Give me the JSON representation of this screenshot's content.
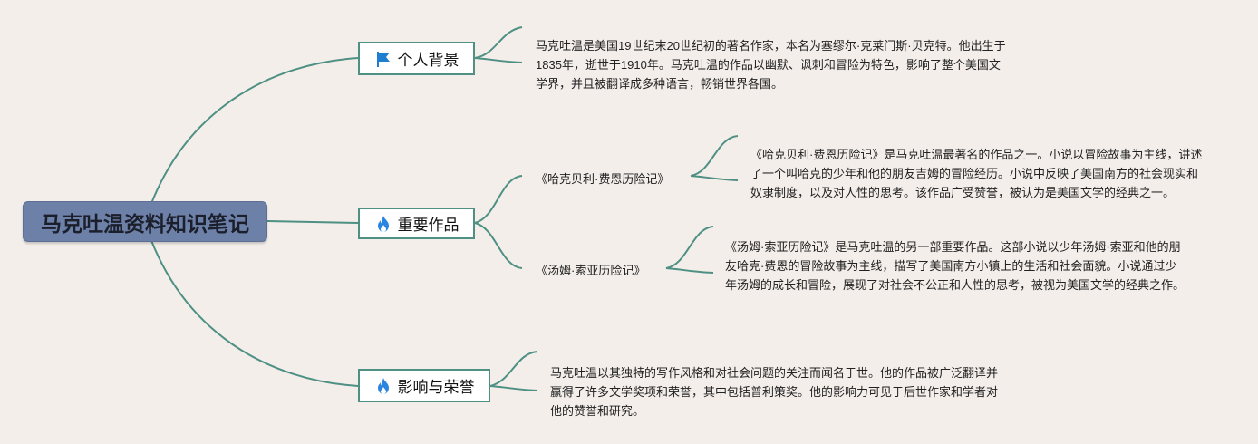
{
  "mindmap": {
    "root": "马克吐温资料知识笔记",
    "branches": [
      {
        "label": "个人背景",
        "icon": "flag-icon",
        "text": "马克吐温是美国19世纪末20世纪初的著名作家，本名为塞缪尔·克莱门斯·贝克特。他出生于1835年，逝世于1910年。马克吐温的作品以幽默、讽刺和冒险为特色，影响了整个美国文学界，并且被翻译成多种语言，畅销世界各国。"
      },
      {
        "label": "重要作品",
        "icon": "fire-icon",
        "works": [
          {
            "title": "《哈克贝利·费恩历险记》",
            "text": "《哈克贝利·费恩历险记》是马克吐温最著名的作品之一。小说以冒险故事为主线，讲述了一个叫哈克的少年和他的朋友吉姆的冒险经历。小说中反映了美国南方的社会现实和奴隶制度，以及对人性的思考。该作品广受赞誉，被认为是美国文学的经典之一。"
          },
          {
            "title": "《汤姆·索亚历险记》",
            "text": "《汤姆·索亚历险记》是马克吐温的另一部重要作品。这部小说以少年汤姆·索亚和他的朋友哈克·费恩的冒险故事为主线，描写了美国南方小镇上的生活和社会面貌。小说通过少年汤姆的成长和冒险，展现了对社会不公正和人性的思考，被视为美国文学的经典之作。"
          }
        ]
      },
      {
        "label": "影响与荣誉",
        "icon": "fire-icon",
        "text": "马克吐温以其独特的写作风格和对社会问题的关注而闻名于世。他的作品被广泛翻译并赢得了许多文学奖项和荣誉，其中包括普利策奖。他的影响力可见于后世作家和学者对他的赞誉和研究。"
      }
    ]
  },
  "colors": {
    "background": "#f3eeea",
    "root_fill": "#6d80a8",
    "edge": "#4e9084",
    "flag_icon": "#1e7fd0",
    "fire_icon": "#2a86e0"
  }
}
